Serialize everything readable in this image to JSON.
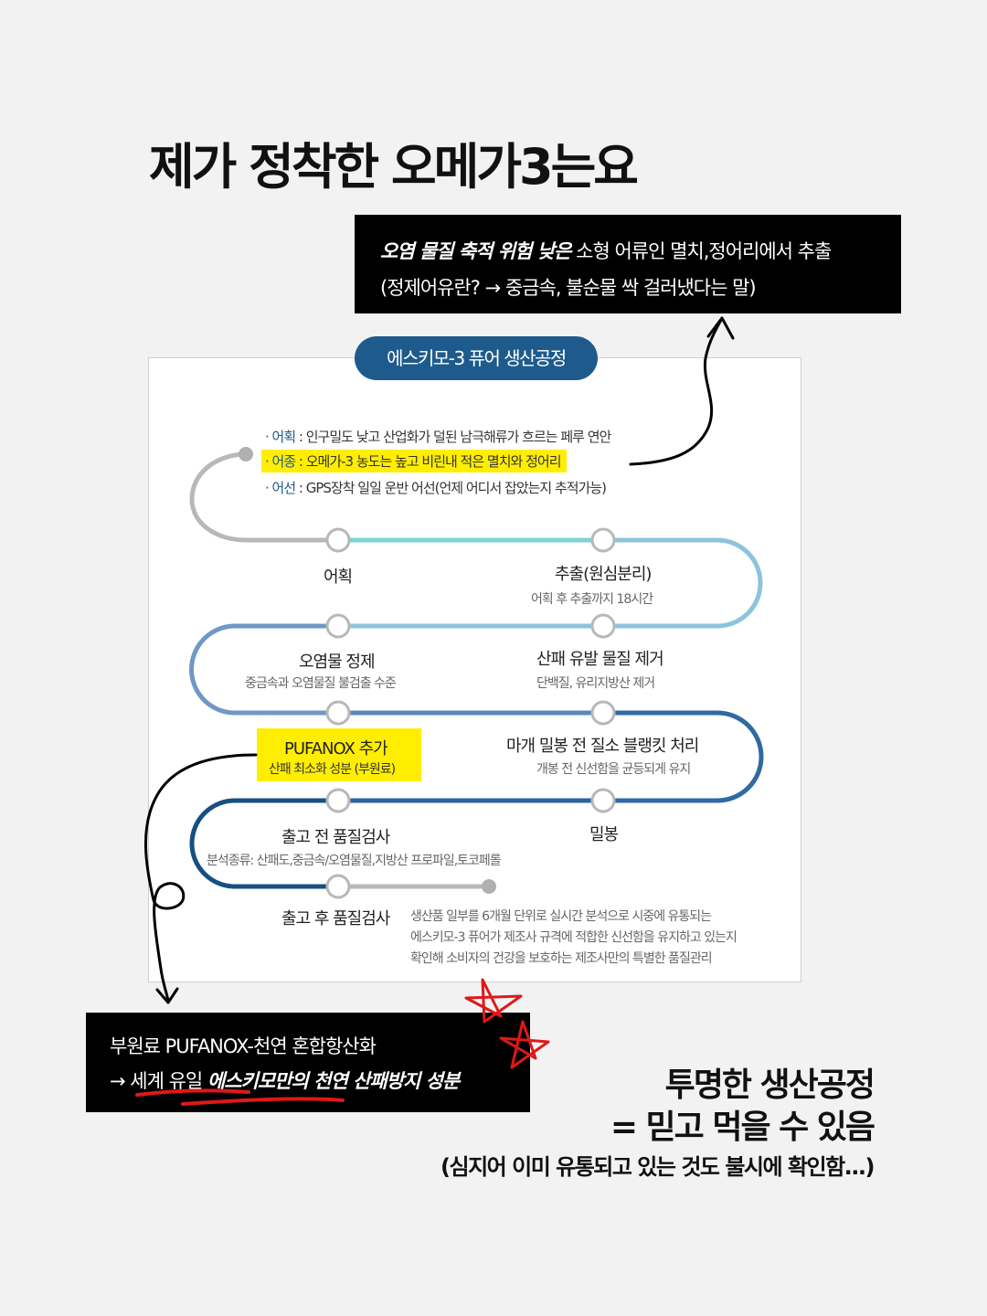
{
  "title": "제가 정착한 오메가3는요",
  "top_box": {
    "line1_em": "오염 물질 축적 위험 낮은",
    "line1_rest": " 소형 어류인 멸치,정어리에서 추출",
    "line2": "(정제어유란? → 중금속, 불순물 싹 걸러냈다는 말)"
  },
  "panel": {
    "pill": "에스키모-3 퓨어 생산공정",
    "info": [
      {
        "key": "· 어획",
        "text": " : 인구밀도 낮고 산업화가 덜된 남극해류가 흐르는 페루 연안"
      },
      {
        "key": "· 어종",
        "text": " : 오메가-3 농도는 높고 비린내 적은 멸치와 정어리"
      },
      {
        "key": "· 어선",
        "text": " : GPS장착 일일 운반 어선(언제 어디서 잡았는지 추적가능)"
      }
    ],
    "steps": {
      "catch": "어획",
      "extract": "추출(원심분리)",
      "extract_sub": "어획 후 추출까지 18시간",
      "purify": "오염물 정제",
      "purify_sub": "중금속과 오염물질 불검출 수준",
      "rancid": "산패 유발 물질 제거",
      "rancid_sub": "단백질, 유리지방산 제거",
      "pufanox": "PUFANOX 추가",
      "pufanox_sub": "산패 최소화 성분 (부원료)",
      "nitrogen": "마개 밀봉 전 질소 블랭킷 처리",
      "nitrogen_sub": "개봉 전 신선함을  균등되게 유지",
      "pre_qc": "출고 전 품질검사",
      "pre_qc_sub": "분석종류: 산패도,중금속/오염물질,지방산 프로파일,토코페롤",
      "seal": "밀봉",
      "post_qc": "출고 후 품질검사",
      "post_qc_desc": [
        "생산품 일부를  6개월 단위로 실시간 분석으로 시중에 유통되는",
        "에스키모-3 퓨어가 제조사 규격에 적합한 신선함을 유지하고 있는지",
        "확인해 소비자의 건강을 보호하는 제조사만의 특별한 품질관리"
      ]
    }
  },
  "bottom_box": {
    "line1": "부원료 PUFANOX-천연 혼합항산화",
    "line2_prefix": "→ 세계 유일 ",
    "line2_em": "에스키모만의 천연 산패방지 성분"
  },
  "right_note": {
    "line1": "투명한 생산공정",
    "line2": "= 믿고 먹을 수 있음",
    "line3": "(심지어 이미 유통되고 있는 것도 불시에 확인함...)"
  },
  "colors": {
    "pill": "#1e5b8c",
    "highlight": "#ffee00",
    "track_gray": "#b8b8b8",
    "track_teal": "#7fd3d6",
    "track_light_blue": "#8cc4dc",
    "track_mid_blue": "#6f98c6",
    "track_blue": "#2f6aa4",
    "track_dark_blue": "#174f82",
    "annotation_red": "#e01818"
  }
}
